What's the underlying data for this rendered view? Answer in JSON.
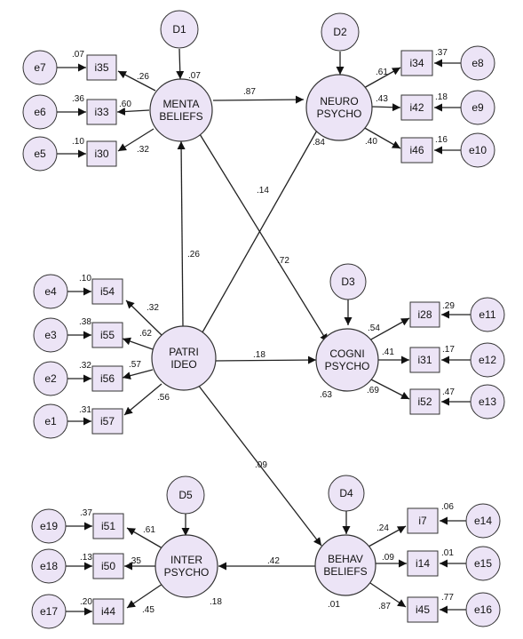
{
  "latent": {
    "menta": {
      "line1": "MENTA",
      "line2": "BELIEFS",
      "r2": ".07"
    },
    "neuro": {
      "line1": "NEURO",
      "line2": "PSYCHO",
      "r2": ".84"
    },
    "cogni": {
      "line1": "COGNI",
      "line2": "PSYCHO",
      "r2": ".63"
    },
    "patri": {
      "line1": "PATRI",
      "line2": "IDEO"
    },
    "inter": {
      "line1": "INTER",
      "line2": "PSYCHO",
      "r2": ".18"
    },
    "behav": {
      "line1": "BEHAV",
      "line2": "BELIEFS",
      "r2": ".01"
    }
  },
  "disturbances": {
    "d1": "D1",
    "d2": "D2",
    "d3": "D3",
    "d4": "D4",
    "d5": "D5"
  },
  "items": {
    "i35": {
      "label": "i35",
      "r2": ".07",
      "loading": ".26",
      "error": "e7"
    },
    "i33": {
      "label": "i33",
      "r2": ".36",
      "loading": ".60",
      "error": "e6"
    },
    "i30": {
      "label": "i30",
      "r2": ".10",
      "loading": ".32",
      "error": "e5"
    },
    "i34": {
      "label": "i34",
      "r2": ".37",
      "loading": ".61",
      "error": "e8"
    },
    "i42": {
      "label": "i42",
      "r2": ".18",
      "loading": ".43",
      "error": "e9"
    },
    "i46": {
      "label": "i46",
      "r2": ".16",
      "loading": ".40",
      "error": "e10"
    },
    "i54": {
      "label": "i54",
      "r2": ".10",
      "loading": ".32",
      "error": "e4"
    },
    "i55": {
      "label": "i55",
      "r2": ".38",
      "loading": ".62",
      "error": "e3"
    },
    "i56": {
      "label": "i56",
      "r2": ".32",
      "loading": ".57",
      "error": "e2"
    },
    "i57": {
      "label": "i57",
      "r2": ".31",
      "loading": ".56",
      "error": "e1"
    },
    "i28": {
      "label": "i28",
      "r2": ".29",
      "loading": ".54",
      "error": "e11"
    },
    "i31": {
      "label": "i31",
      "r2": ".17",
      "loading": ".41",
      "error": "e12"
    },
    "i52": {
      "label": "i52",
      "r2": ".47",
      "loading": ".69",
      "error": "e13"
    },
    "i51": {
      "label": "i51",
      "r2": ".37",
      "loading": ".61",
      "error": "e19"
    },
    "i50": {
      "label": "i50",
      "r2": ".13",
      "loading": ".35",
      "error": "e18"
    },
    "i44": {
      "label": "i44",
      "r2": ".20",
      "loading": ".45",
      "error": "e17"
    },
    "i7": {
      "label": "i7",
      "r2": ".06",
      "loading": ".24",
      "error": "e14"
    },
    "i14": {
      "label": "i14",
      "r2": ".01",
      "loading": ".09",
      "error": "e15"
    },
    "i45": {
      "label": "i45",
      "r2": ".77",
      "loading": ".87",
      "error": "e16"
    }
  },
  "paths": {
    "menta_neuro": ".87",
    "menta_cogni": ".72",
    "patri_menta": ".26",
    "patri_neuro": ".14",
    "patri_cogni": ".18",
    "patri_behav": ".09",
    "behav_inter": ".42"
  },
  "colors": {
    "node_fill": "#ece4f6",
    "stroke": "#333333"
  }
}
